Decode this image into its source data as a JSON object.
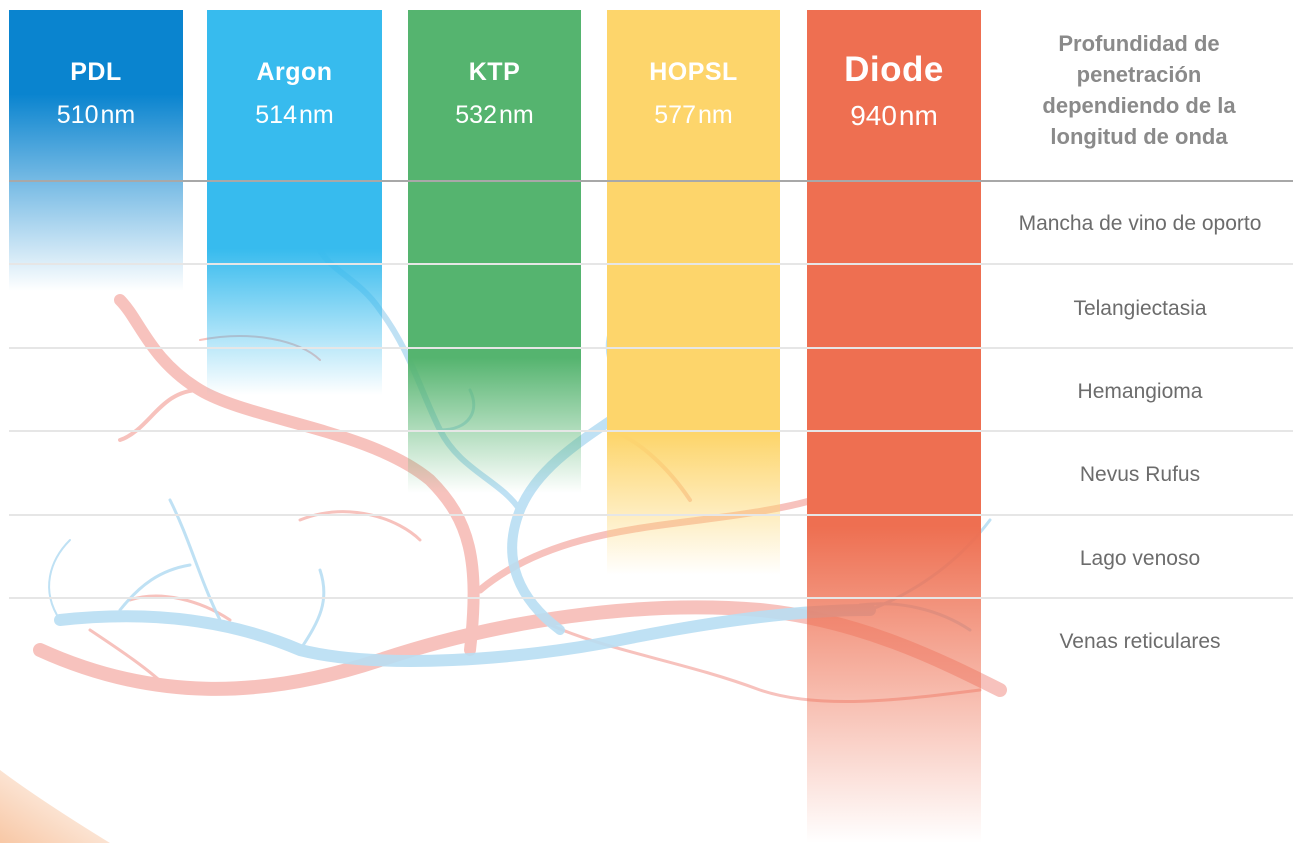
{
  "lasers": [
    {
      "name": "PDL",
      "wavelength": "510",
      "unit": "nm",
      "color": "#0a84cf"
    },
    {
      "name": "Argon",
      "wavelength": "514",
      "unit": "nm",
      "color": "#37bbee"
    },
    {
      "name": "KTP",
      "wavelength": "532",
      "unit": "nm",
      "color": "#55b46f"
    },
    {
      "name": "HOPSL",
      "wavelength": "577",
      "unit": "nm",
      "color": "#fdd56b"
    },
    {
      "name": "Diode",
      "wavelength": "940",
      "unit": "nm",
      "color": "#ee6f51"
    }
  ],
  "heading": {
    "line1": "Profundidad de",
    "line2": "penetración",
    "line3": "dependiendo de la",
    "line4": "longitud de onda"
  },
  "conditions": [
    "Mancha de vino de oporto",
    "Telangiectasia",
    "Hemangioma",
    "Nevus Rufus",
    "Lago venoso",
    "Venas reticulares"
  ],
  "colors": {
    "artery": "#f6b8b2",
    "vein": "#b9def3",
    "heading_text": "#8a8a8a",
    "label_text": "#6c6c6c"
  }
}
